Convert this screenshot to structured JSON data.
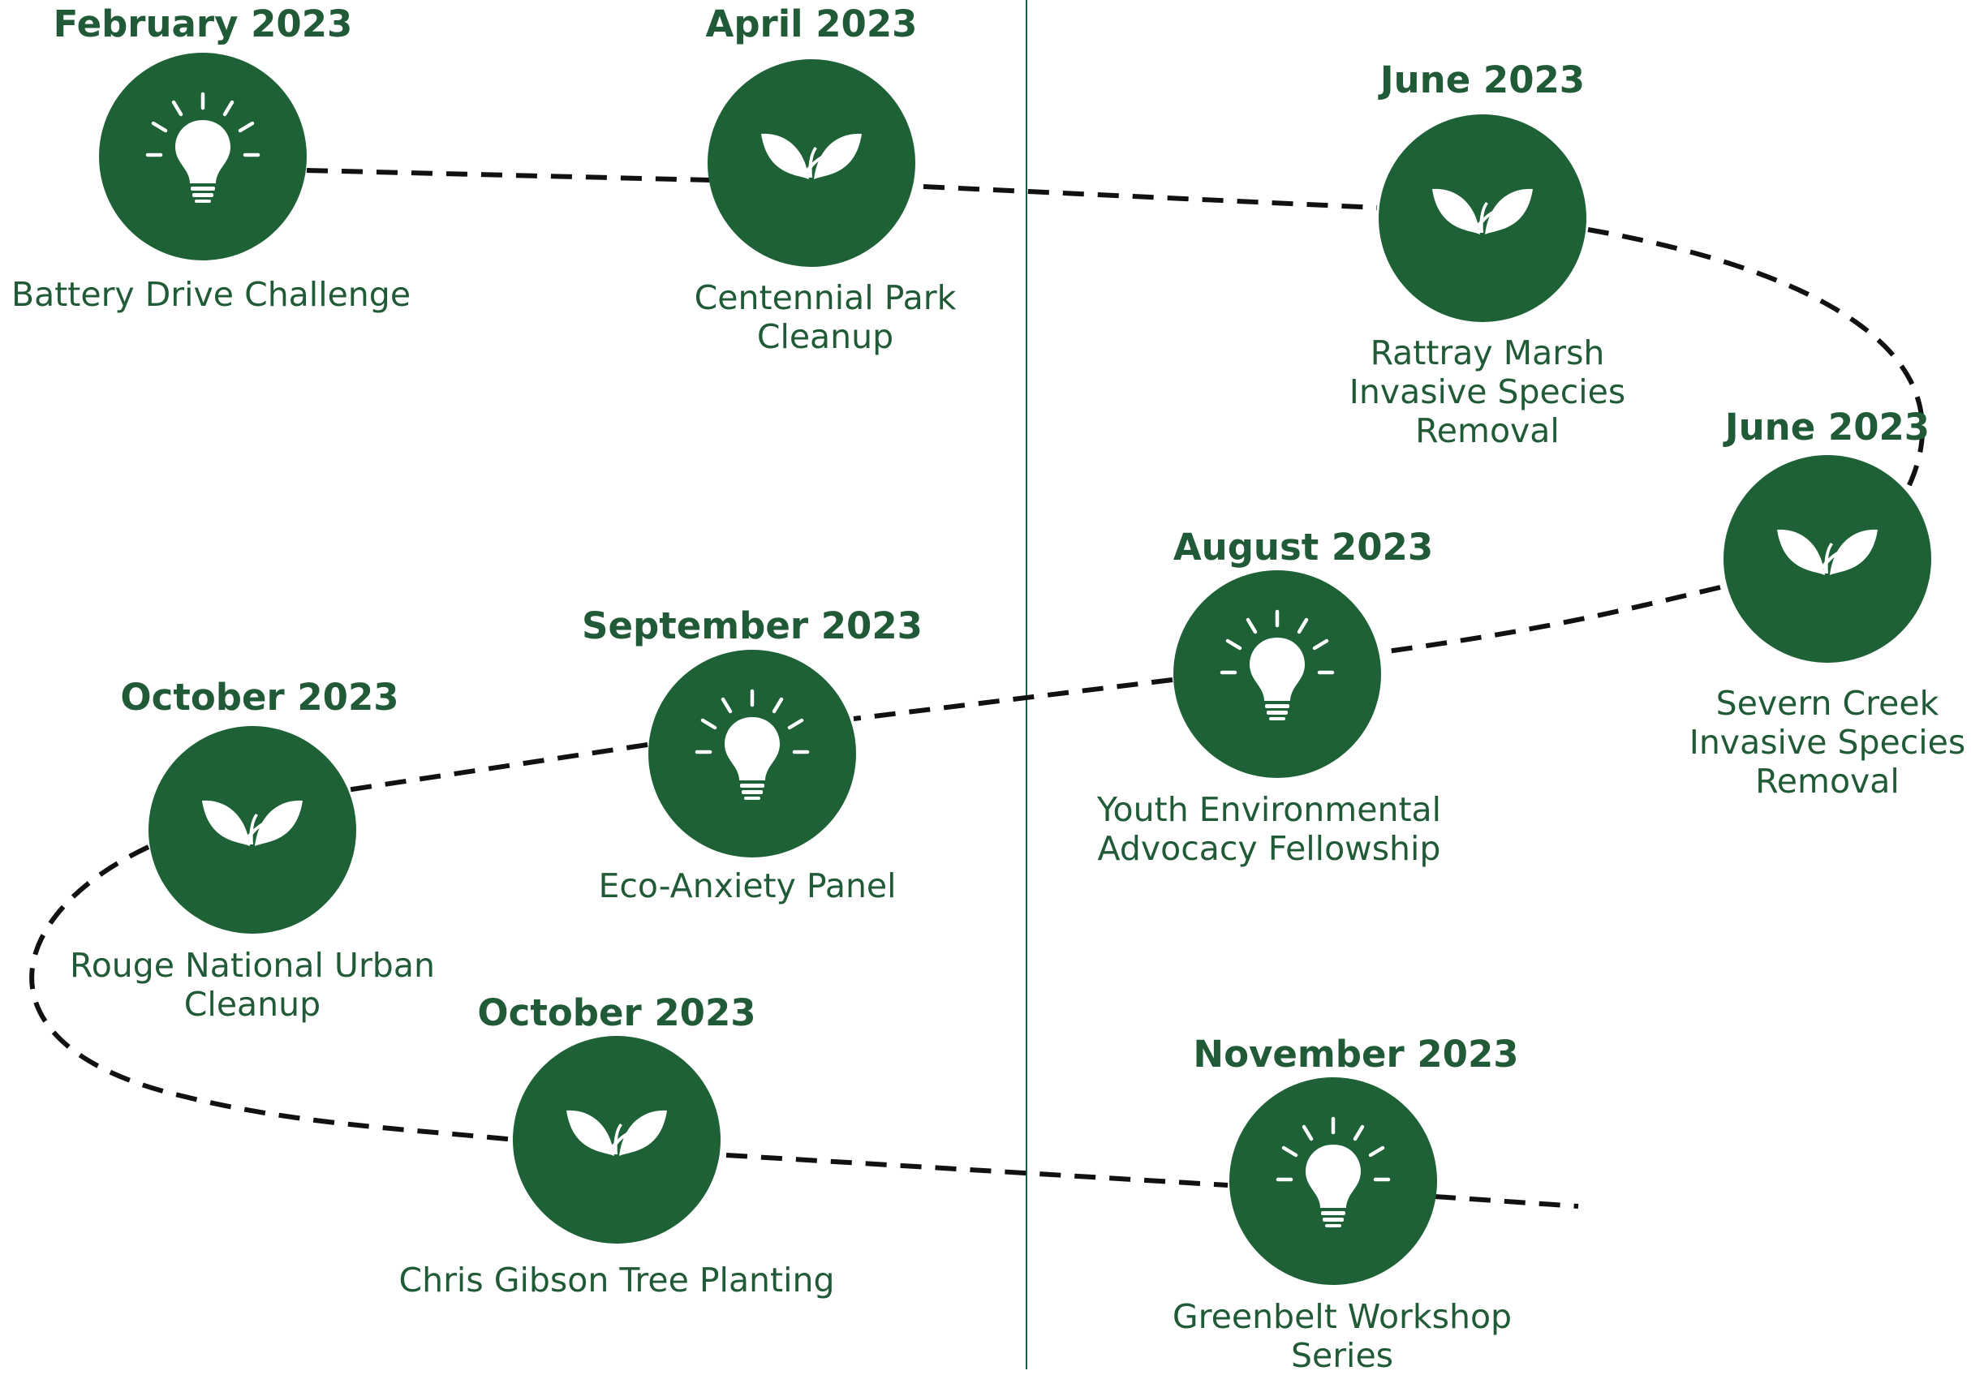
{
  "colors": {
    "node_fill": "#1e6136",
    "text": "#215a36",
    "icon": "#ffffff",
    "path": "#111111",
    "divider": "#1f5c45"
  },
  "events": [
    {
      "date": "February 2023",
      "title_lines": [
        "Battery Drive Challenge"
      ],
      "icon": "lightbulb-icon"
    },
    {
      "date": "April 2023",
      "title_lines": [
        "Centennial Park",
        "Cleanup"
      ],
      "icon": "leaf-icon"
    },
    {
      "date": "June 2023",
      "title_lines": [
        "Rattray Marsh",
        "Invasive Species",
        "Removal"
      ],
      "icon": "leaf-icon"
    },
    {
      "date": "June 2023",
      "title_lines": [
        "Severn Creek",
        "Invasive Species",
        "Removal"
      ],
      "icon": "leaf-icon"
    },
    {
      "date": "August 2023",
      "title_lines": [
        "Youth Environmental",
        "Advocacy Fellowship"
      ],
      "icon": "lightbulb-icon"
    },
    {
      "date": "September 2023",
      "title_lines": [
        "Eco-Anxiety Panel"
      ],
      "icon": "lightbulb-icon"
    },
    {
      "date": "October 2023",
      "title_lines": [
        "Rouge National Urban",
        "Cleanup"
      ],
      "icon": "leaf-icon"
    },
    {
      "date": "October 2023",
      "title_lines": [
        "Chris Gibson Tree Planting"
      ],
      "icon": "leaf-icon"
    },
    {
      "date": "November 2023",
      "title_lines": [
        "Greenbelt Workshop",
        "Series"
      ],
      "icon": "lightbulb-icon"
    }
  ]
}
